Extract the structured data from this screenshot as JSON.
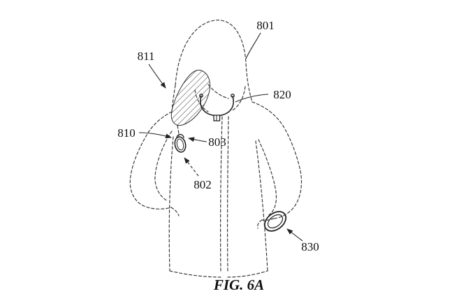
{
  "figure": {
    "caption": "FIG. 6A",
    "labels": {
      "l801": "801",
      "l811": "811",
      "l820": "820",
      "l810": "810",
      "l803": "803",
      "l802": "802",
      "l830": "830"
    }
  },
  "colors": {
    "background": "#ffffff",
    "garment_line": "#3b3b3b",
    "device_line": "#222222",
    "text": "#111111"
  }
}
